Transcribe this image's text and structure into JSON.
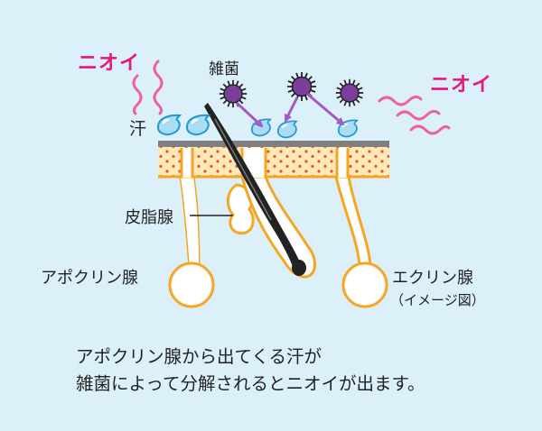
{
  "labels": {
    "odor_left": "ニオイ",
    "odor_right": "ニオイ",
    "bacteria": "雑菌",
    "sweat": "汗",
    "sebaceous_gland": "皮脂腺",
    "apocrine_gland": "アポクリン腺",
    "eccrine_gland": "エクリン腺",
    "image_note": "（イメージ図）"
  },
  "caption": {
    "line1": "アポクリン腺から出てくる汗が",
    "line2": "雑菌によって分解されるとニオイが出ます。"
  },
  "colors": {
    "background": "#dcf0fa",
    "odor": "#e4197d",
    "odor_wave": "#f0609e",
    "bacteria": "#7a3f9a",
    "arrow": "#a45bc1",
    "sweat_drop": "#a8ddf5",
    "sweat_outline": "#1f97cf",
    "skin_surface": "#7f7f7f",
    "skin_layer": "#fde9b8",
    "skin_dots": "#e8542b",
    "gland_outline": "#f5a623",
    "hair": "#222222"
  }
}
